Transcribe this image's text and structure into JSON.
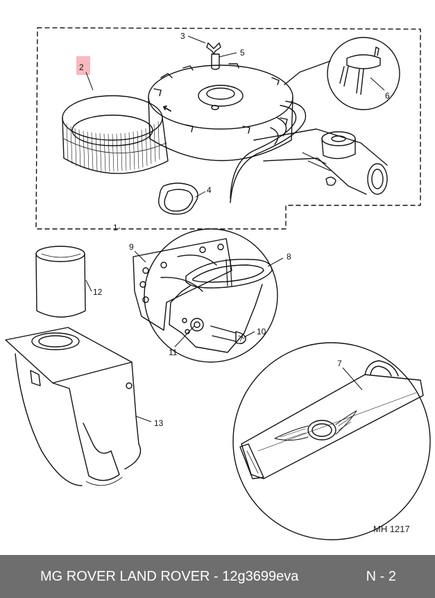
{
  "callouts": {
    "c1": "1",
    "c2": "2",
    "c3": "3",
    "c4": "4",
    "c5": "5",
    "c6": "6",
    "c7": "7",
    "c8": "8",
    "c9": "9",
    "c10": "10",
    "c11": "11",
    "c12": "12",
    "c13": "13"
  },
  "highlighted_callout": "2",
  "colors": {
    "highlight": "#f7b9bd",
    "footer_bg": "#6e6e6e",
    "footer_text": "#ffffff",
    "line": "#111111"
  },
  "reference": "MH 1217",
  "footer": {
    "title": "MG ROVER LAND ROVER - 12g3699eva",
    "page": "N - 2"
  }
}
